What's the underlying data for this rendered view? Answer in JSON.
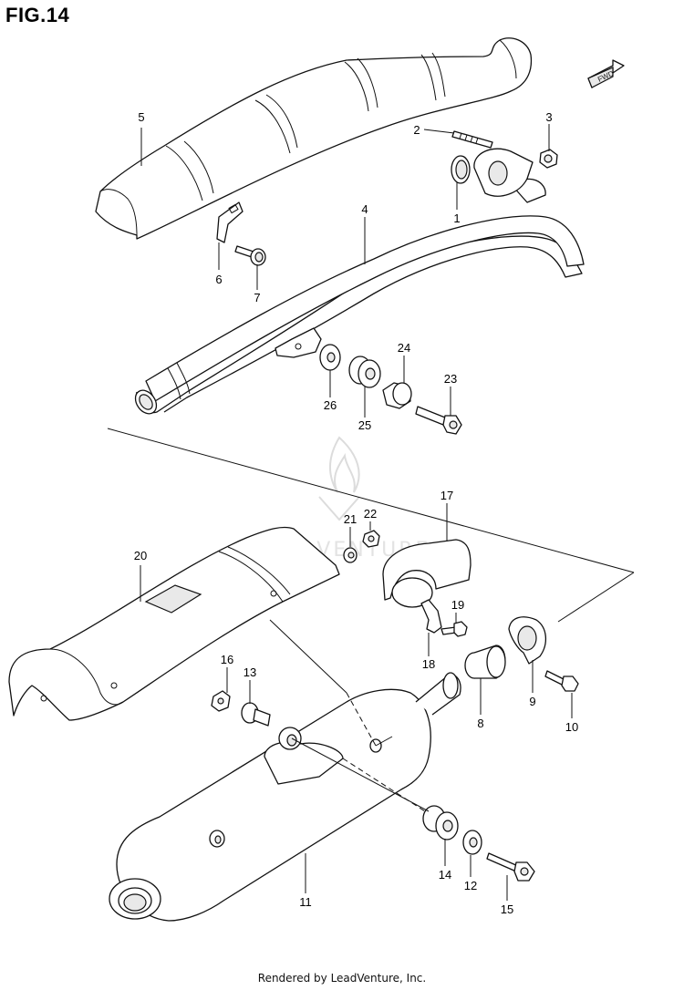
{
  "figure": {
    "title": "FIG.14"
  },
  "footer": {
    "credit": "Rendered by LeadVenture, Inc."
  },
  "watermark": {
    "text": "LEADVENTURE",
    "color": "#e3e3e3"
  },
  "direction_tag": {
    "text": "FWD"
  },
  "callouts": [
    {
      "id": "1",
      "label": "1"
    },
    {
      "id": "2",
      "label": "2"
    },
    {
      "id": "3",
      "label": "3"
    },
    {
      "id": "4",
      "label": "4"
    },
    {
      "id": "5",
      "label": "5"
    },
    {
      "id": "6",
      "label": "6"
    },
    {
      "id": "7",
      "label": "7"
    },
    {
      "id": "8",
      "label": "8"
    },
    {
      "id": "9",
      "label": "9"
    },
    {
      "id": "10",
      "label": "10"
    },
    {
      "id": "11",
      "label": "11"
    },
    {
      "id": "12",
      "label": "12"
    },
    {
      "id": "13",
      "label": "13"
    },
    {
      "id": "14",
      "label": "14"
    },
    {
      "id": "15",
      "label": "15"
    },
    {
      "id": "16",
      "label": "16"
    },
    {
      "id": "17",
      "label": "17"
    },
    {
      "id": "18",
      "label": "18"
    },
    {
      "id": "19",
      "label": "19"
    },
    {
      "id": "20",
      "label": "20"
    },
    {
      "id": "21",
      "label": "21"
    },
    {
      "id": "22",
      "label": "22"
    },
    {
      "id": "23",
      "label": "23"
    },
    {
      "id": "24",
      "label": "24"
    },
    {
      "id": "25",
      "label": "25"
    },
    {
      "id": "26",
      "label": "26"
    }
  ]
}
